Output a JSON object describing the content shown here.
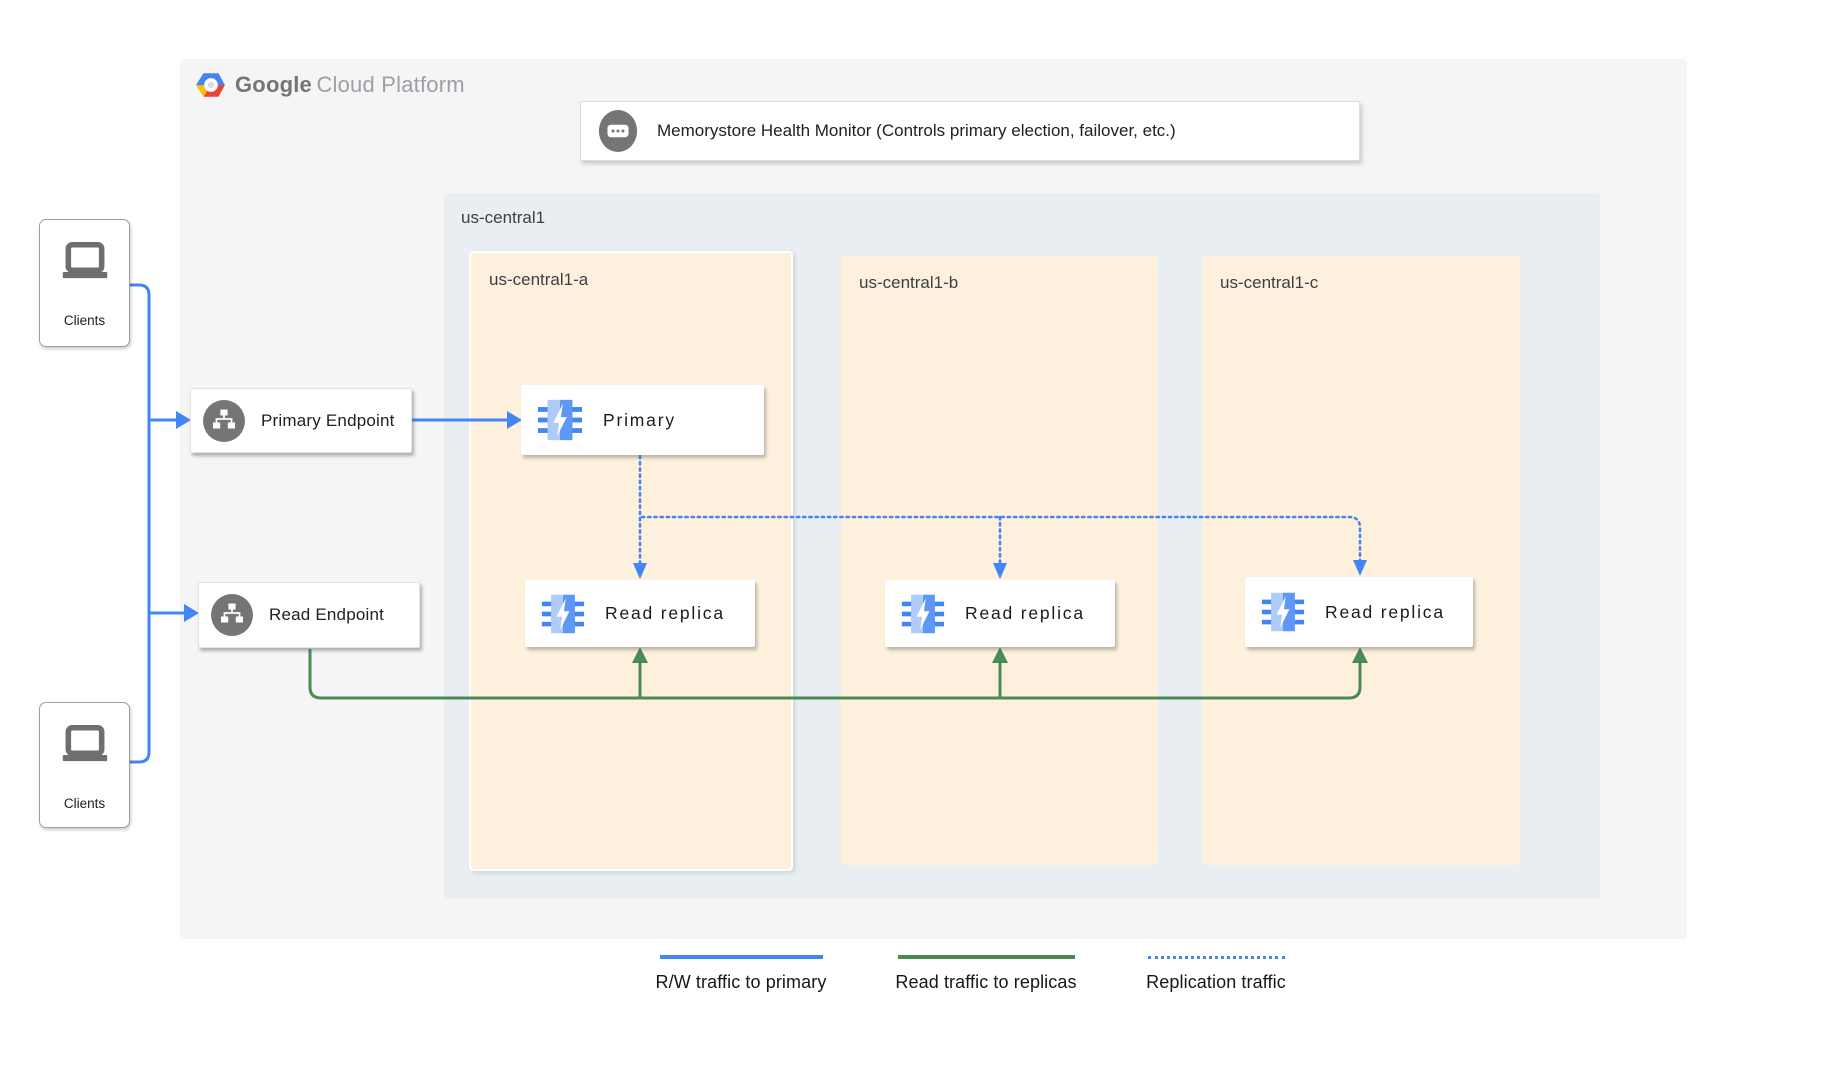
{
  "header": {
    "logo_google": "Google",
    "logo_rest": "Cloud Platform",
    "health_monitor_label": "Memorystore Health Monitor (Controls primary election, failover, etc.)"
  },
  "clients_top": {
    "label": "Clients"
  },
  "clients_bottom": {
    "label": "Clients"
  },
  "endpoints": {
    "primary": {
      "label": "Primary Endpoint"
    },
    "read": {
      "label": "Read Endpoint"
    }
  },
  "region": {
    "label": "us-central1",
    "zones": [
      {
        "label": "us-central1-a"
      },
      {
        "label": "us-central1-b"
      },
      {
        "label": "us-central1-c"
      }
    ]
  },
  "nodes": {
    "primary": {
      "label": "Primary"
    },
    "replica_a": {
      "label": "Read replica"
    },
    "replica_b": {
      "label": "Read replica"
    },
    "replica_c": {
      "label": "Read replica"
    }
  },
  "legend": {
    "rw": {
      "label": "R/W traffic to primary",
      "color": "#4285f4",
      "style": "solid"
    },
    "read": {
      "label": "Read traffic to replicas",
      "color": "#4a8b55",
      "style": "solid"
    },
    "replication": {
      "label": "Replication traffic",
      "color": "#4c82f0",
      "style": "dotted"
    }
  },
  "icons": {
    "logo": "gcp-hexagon-icon",
    "health_monitor": "chat-dots-icon",
    "clients": "laptop-icon",
    "endpoints": "network-endpoint-icon",
    "nodes": "memorystore-chip-icon"
  },
  "colors": {
    "panel_bg": "#f5f5f6",
    "region_bg": "#e9eef3",
    "zone_bg": "#fdf0dd",
    "traffic_blue": "#4285f4",
    "traffic_green": "#4a8b55",
    "icon_gray": "#757575"
  }
}
